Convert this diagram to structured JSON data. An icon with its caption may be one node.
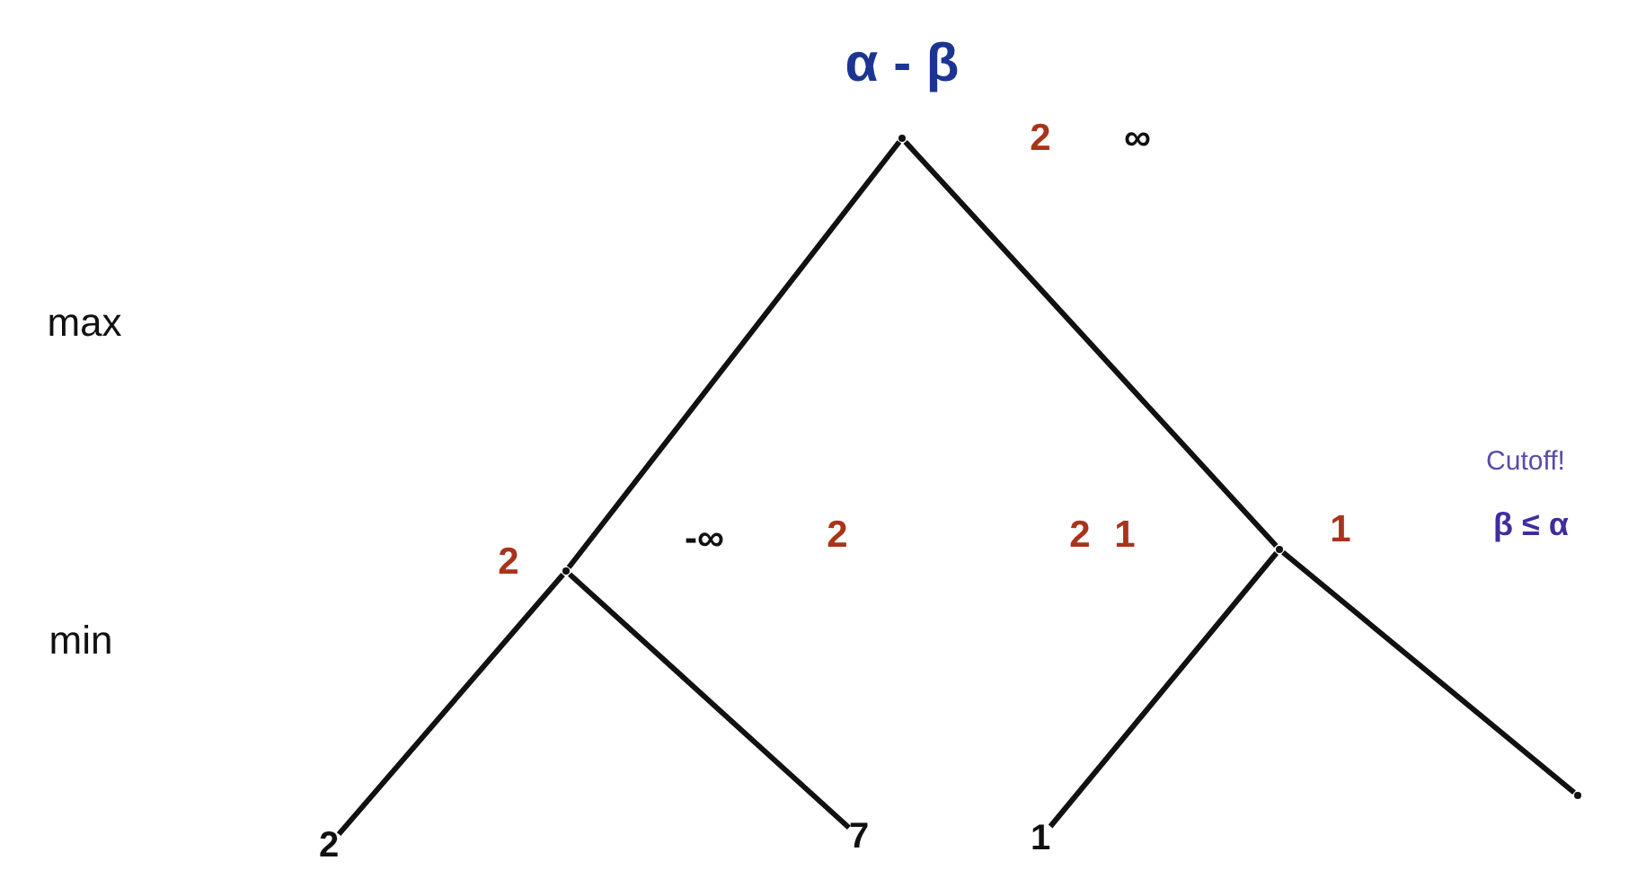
{
  "diagram": {
    "title": "α - β",
    "nodes": [
      {
        "text": [],
        "shape": "point",
        "beside": [
          "2",
          "∞"
        ]
      },
      {
        "text": [],
        "shape": "point",
        "beside": [
          "2",
          "-∞",
          "2"
        ]
      },
      {
        "text": [
          "2"
        ]
      },
      {
        "text": [
          "7"
        ]
      },
      {
        "text": [],
        "shape": "point",
        "beside": [
          "2",
          "1",
          "1"
        ]
      },
      {
        "text": [
          "1"
        ]
      },
      {
        "text": [],
        "shape": "point"
      }
    ],
    "edges": [
      {
        "from": 0,
        "to": 1,
        "arrow": "none"
      },
      {
        "from": 1,
        "to": 2,
        "arrow": "none"
      },
      {
        "from": 1,
        "to": 3,
        "arrow": "none"
      },
      {
        "from": 0,
        "to": 4,
        "arrow": "none"
      },
      {
        "from": 4,
        "to": 5,
        "arrow": "none"
      },
      {
        "from": 4,
        "to": 6,
        "arrow": "none"
      }
    ],
    "labels": [
      "max",
      "min",
      "Cutoff!",
      "β ≤ α"
    ]
  }
}
